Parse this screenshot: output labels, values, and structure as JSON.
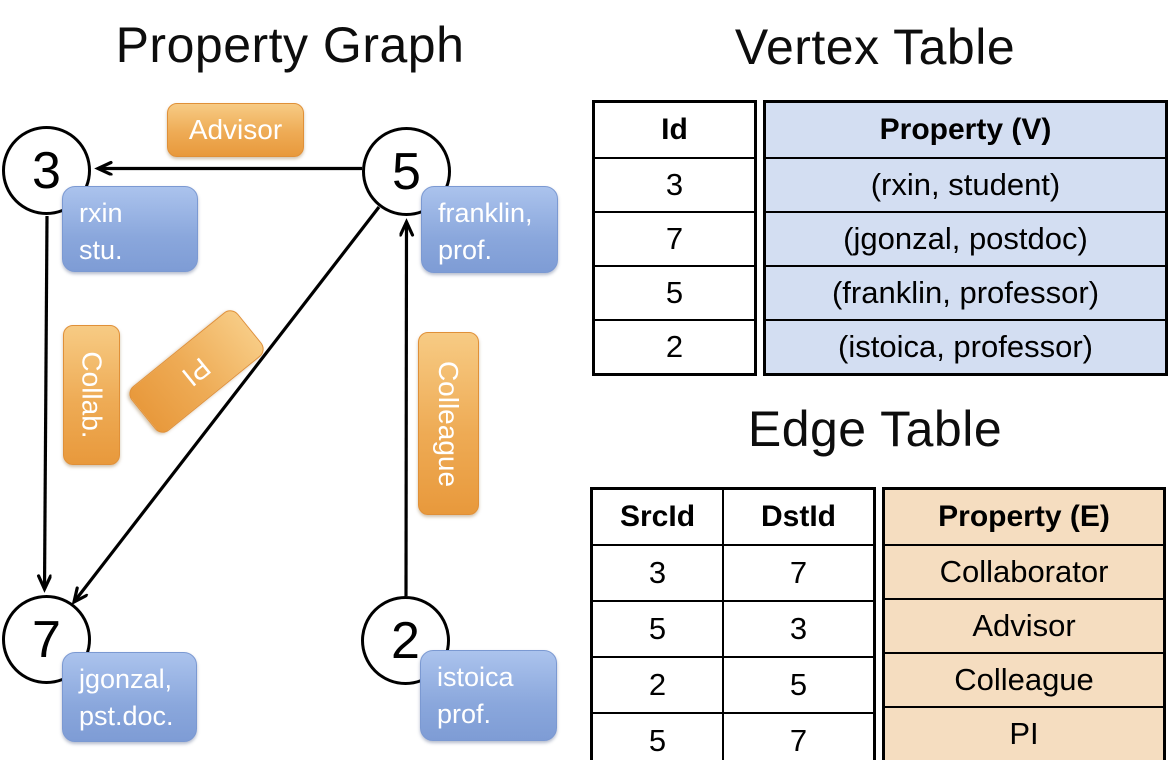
{
  "titles": {
    "graph": "Property Graph",
    "vertex_table": "Vertex Table",
    "edge_table": "Edge Table"
  },
  "graph": {
    "nodes": {
      "v3": {
        "id": "3",
        "line1": "rxin",
        "line2": "stu."
      },
      "v5": {
        "id": "5",
        "line1": "franklin,",
        "line2": "prof."
      },
      "v7": {
        "id": "7",
        "line1": "jgonzal,",
        "line2": "pst.doc."
      },
      "v2": {
        "id": "2",
        "line1": "istoica",
        "line2": "prof."
      }
    },
    "edge_labels": {
      "advisor": "Advisor",
      "collab": "Collab.",
      "pi": "PI",
      "colleague": "Colleague"
    },
    "edges": [
      {
        "src": "5",
        "dst": "3",
        "label": "Advisor"
      },
      {
        "src": "3",
        "dst": "7",
        "label": "Collab."
      },
      {
        "src": "5",
        "dst": "7",
        "label": "PI"
      },
      {
        "src": "2",
        "dst": "5",
        "label": "Colleague"
      }
    ]
  },
  "vertex_table": {
    "columns": [
      "Id",
      "Property (V)"
    ],
    "rows": [
      [
        "3",
        "(rxin, student)"
      ],
      [
        "7",
        "(jgonzal, postdoc)"
      ],
      [
        "5",
        "(franklin, professor)"
      ],
      [
        "2",
        "(istoica, professor)"
      ]
    ]
  },
  "edge_table": {
    "columns": [
      "SrcId",
      "DstId",
      "Property (E)"
    ],
    "rows": [
      [
        "3",
        "7",
        "Collaborator"
      ],
      [
        "5",
        "3",
        "Advisor"
      ],
      [
        "2",
        "5",
        "Colleague"
      ],
      [
        "5",
        "7",
        "PI"
      ]
    ]
  },
  "colors": {
    "edge_label_orange_top": "#f7cb84",
    "edge_label_orange_bottom": "#e8993c",
    "node_card_blue_top": "#abc3ed",
    "node_card_blue_bottom": "#7e9cd5",
    "vertex_property_fill": "#d3def2",
    "edge_property_fill": "#f5ddc0",
    "line_color": "#000000",
    "label_text": "#ffffff"
  }
}
